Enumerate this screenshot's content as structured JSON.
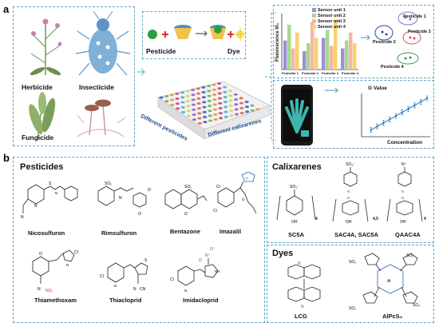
{
  "panel_a": {
    "letter": "a",
    "organisms": [
      "Herbicide",
      "Insecticide",
      "Fungicide"
    ],
    "scheme": {
      "left": "Pesticide",
      "right": "Dye"
    },
    "plate": {
      "rows_label": "Different pesticides",
      "cols_label": "Different calixarenes"
    },
    "bar_chart": {
      "ylabel": "Fluorescence I/I₀",
      "legend": [
        "Sensor unit 1",
        "Sensor unit 2",
        "Sensor unit 3",
        "Sensor unit 4"
      ],
      "categories": [
        "Pesticide 1",
        "Pesticide 2",
        "Pesticide 3",
        "Pesticide 4"
      ],
      "colors": [
        "#9b8fd6",
        "#a8d88a",
        "#f5b7a5",
        "#f7d36b"
      ]
    },
    "clusters": {
      "labels": [
        "Pesticide 1",
        "Pesticide 2",
        "Pesticide 3",
        "Pesticide 4"
      ]
    },
    "line_chart": {
      "ylabel": "G Value",
      "xlabel": "Concentration"
    }
  },
  "panel_b": {
    "letter": "b",
    "pesticides": {
      "title": "Pesticides",
      "names": [
        "Nicosulfuron",
        "Rimsulfuron",
        "Bentazone",
        "Imazalil",
        "Thiamethoxam",
        "Thiacloprid",
        "Imidacloprid"
      ]
    },
    "calixarenes": {
      "title": "Calixarenes",
      "names": [
        "SC5A",
        "SAC4A, SAC5A",
        "QAAC4A"
      ],
      "subscripts": [
        "4",
        "4,5",
        "4"
      ]
    },
    "dyes": {
      "title": "Dyes",
      "names": [
        "LCG",
        "AlPcS₄"
      ]
    }
  },
  "chart_data": [
    {
      "type": "bar",
      "categories": [
        "Pesticide 1",
        "Pesticide 2",
        "Pesticide 3",
        "Pesticide 4"
      ],
      "series": [
        {
          "name": "Sensor unit 1",
          "values": [
            0.55,
            0.35,
            0.6,
            0.4
          ]
        },
        {
          "name": "Sensor unit 2",
          "values": [
            0.85,
            0.5,
            0.75,
            0.55
          ]
        },
        {
          "name": "Sensor unit 3",
          "values": [
            0.4,
            0.9,
            0.45,
            0.7
          ]
        },
        {
          "name": "Sensor unit 4",
          "values": [
            0.7,
            0.6,
            0.95,
            0.5
          ]
        }
      ],
      "ylabel": "Fluorescence I/I₀",
      "ylim": [
        0,
        1
      ]
    },
    {
      "type": "line",
      "x": [
        1,
        2,
        3,
        4,
        5,
        6,
        7,
        8,
        9,
        10
      ],
      "values": [
        1,
        2,
        3,
        4,
        5,
        6,
        7,
        8,
        9,
        10
      ],
      "ylabel": "G Value",
      "xlabel": "Concentration"
    }
  ]
}
